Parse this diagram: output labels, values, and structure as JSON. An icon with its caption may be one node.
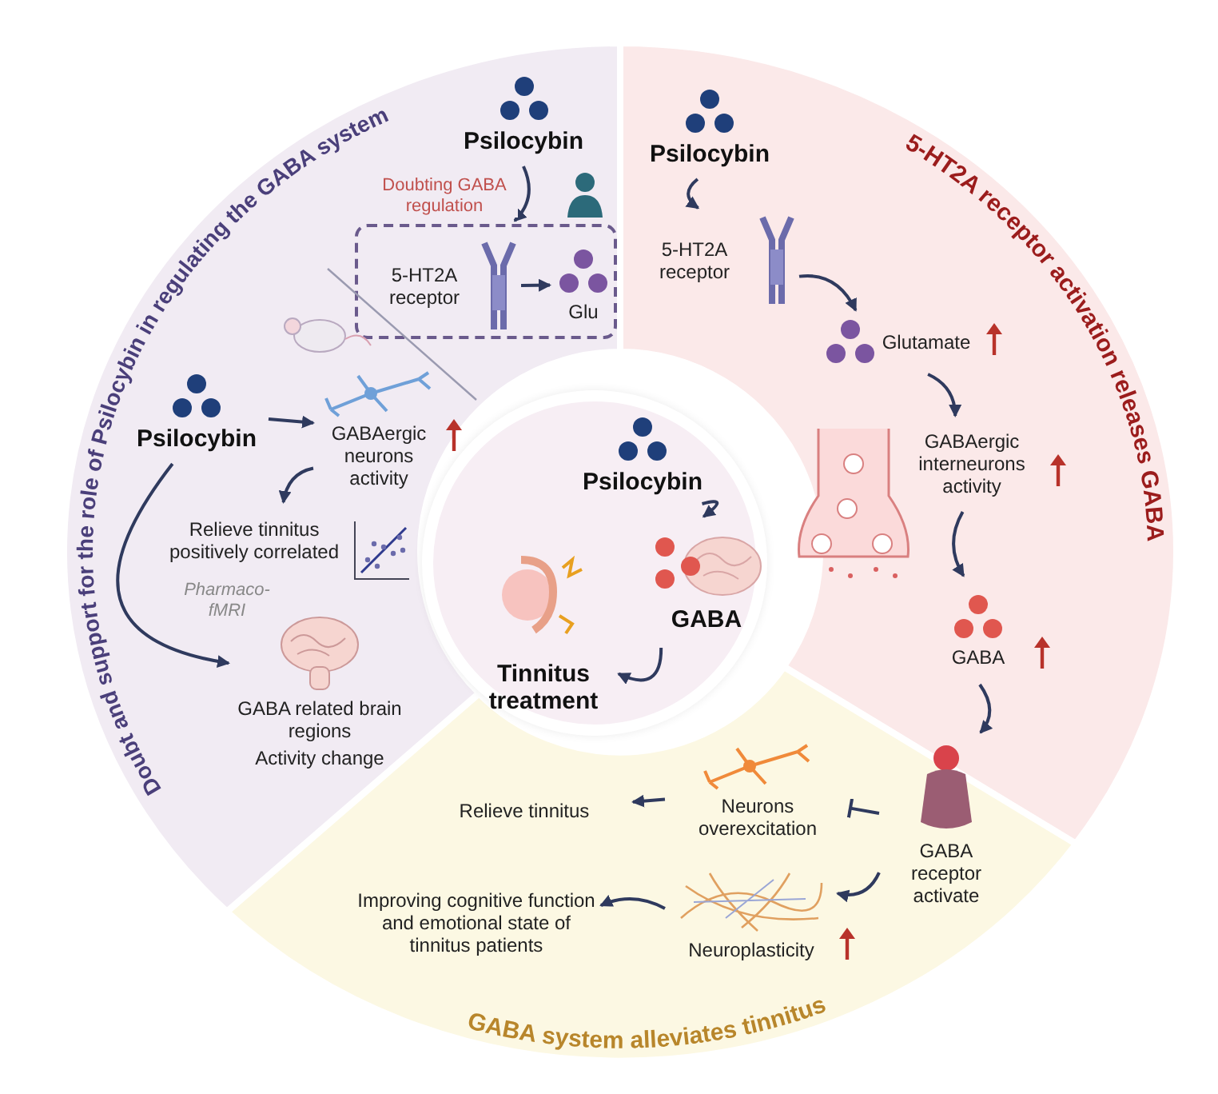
{
  "diagram": {
    "nodes": [
      {
        "text": [
          "Doubt and support for the role of Psilocybin in regulating the GABA system"
        ]
      },
      {
        "text": [
          "Psilocybin"
        ],
        "in": 0
      },
      {
        "text": [],
        "shape": "box",
        "in": 0
      },
      {
        "text": [
          "5-HT2A receptor"
        ],
        "in": 2
      },
      {
        "text": [
          "Glu"
        ],
        "in": 2
      },
      {
        "text": [
          "Psilocybin"
        ],
        "in": 0
      },
      {
        "text": [
          "GABAergic neurons activity"
        ],
        "in": 0
      },
      {
        "text": [
          "Relieve tinnitus positively correlated"
        ],
        "in": 0
      },
      {
        "text": [
          "GABA related brain regions"
        ],
        "beside": [
          "Activity change"
        ],
        "in": 0
      },
      {
        "text": [
          "5-HT2A receptor activation releases GABA"
        ]
      },
      {
        "text": [
          "Psilocybin"
        ],
        "in": 9
      },
      {
        "text": [
          "5-HT2A receptor"
        ],
        "in": 9
      },
      {
        "text": [
          "Glutamate"
        ],
        "in": 9
      },
      {
        "text": [
          "GABAergic interneurons activity"
        ],
        "in": 9
      },
      {
        "text": [
          "GABA"
        ],
        "in": 9
      },
      {
        "text": [
          "GABA system alleviates tinnitus"
        ]
      },
      {
        "text": [
          "GABA receptor activate"
        ],
        "in": 15
      },
      {
        "text": [
          "Neurons overexcitation"
        ],
        "in": 15
      },
      {
        "text": [
          "Relieve tinnitus"
        ],
        "in": 15
      },
      {
        "text": [
          "Neuroplasticity"
        ],
        "in": 15
      },
      {
        "text": [
          "Improving cognitive function and emotional state of tinnitus patients"
        ],
        "in": 15
      },
      {
        "text": [],
        "shape": "circle"
      },
      {
        "text": [
          "Psilocybin"
        ],
        "in": 21
      },
      {
        "text": [
          "GABA"
        ],
        "in": 21
      },
      {
        "text": [
          "Tinnitus treatment"
        ],
        "in": 21
      }
    ],
    "edges": [
      {
        "from": 1,
        "to": 2,
        "arrow": "to",
        "label": "Doubting GABA regulation"
      },
      {
        "from": 3,
        "to": 4,
        "arrow": "to"
      },
      {
        "from": 5,
        "to": 6,
        "arrow": "to"
      },
      {
        "from": 6,
        "to": 7,
        "arrow": "to"
      },
      {
        "from": 5,
        "to": 8,
        "arrow": "to",
        "label": "Pharmaco-fMRI"
      },
      {
        "from": 10,
        "to": 11,
        "arrow": "to"
      },
      {
        "from": 11,
        "to": 12,
        "arrow": "to"
      },
      {
        "from": 12,
        "to": 13,
        "arrow": "to"
      },
      {
        "from": 13,
        "to": 14,
        "arrow": "to"
      },
      {
        "from": 14,
        "to": 16,
        "arrow": "to"
      },
      {
        "from": 16,
        "to": 17,
        "arrow": "other"
      },
      {
        "from": 17,
        "to": 18,
        "arrow": "to"
      },
      {
        "from": 16,
        "to": 19,
        "arrow": "to"
      },
      {
        "from": 19,
        "to": 20,
        "arrow": "to"
      },
      {
        "from": 22,
        "to": 23,
        "arrow": "to"
      },
      {
        "from": 23,
        "to": 24,
        "arrow": "to"
      }
    ]
  }
}
